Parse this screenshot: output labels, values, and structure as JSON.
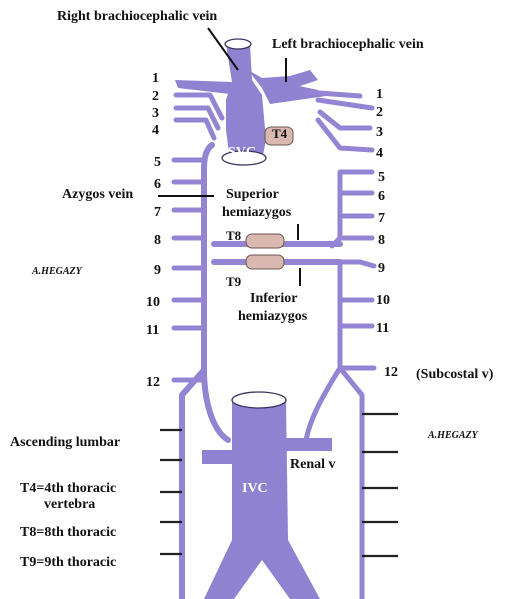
{
  "labels": {
    "right_brachiocephalic": "Right brachiocephalic vein",
    "left_brachiocephalic": "Left brachiocephalic vein",
    "svc": "SVC",
    "t4": "T4",
    "azygos": "Azygos vein",
    "superior_hemiazygos_1": "Superior",
    "superior_hemiazygos_2": "hemiazygos",
    "t8": "T8",
    "t9": "T9",
    "inferior_hemiazygos_1": "Inferior",
    "inferior_hemiazygos_2": "hemiazygos",
    "subcostal": "(Subcostal v)",
    "ascending_lumbar": "Ascending lumbar",
    "renal": "Renal v",
    "ivc": "IVC",
    "signature_left": "A.HEGAZY",
    "signature_right": "A.HEGAZY"
  },
  "legend": {
    "t4_line1": "T4=4th thoracic",
    "t4_line2": "vertebra",
    "t8": "T8=8th thoracic",
    "t9": "T9=9th thoracic"
  },
  "numbers": {
    "left_side": [
      "1",
      "2",
      "3",
      "4",
      "5",
      "6",
      "7",
      "8",
      "9",
      "10",
      "11",
      "12"
    ],
    "right_side": [
      "1",
      "2",
      "3",
      "4",
      "5",
      "6",
      "7",
      "8",
      "9",
      "10",
      "11",
      "12"
    ]
  },
  "colors": {
    "vein": "#9385d3",
    "outline": "#3a3560",
    "vertebra": "#d9b8b0"
  }
}
